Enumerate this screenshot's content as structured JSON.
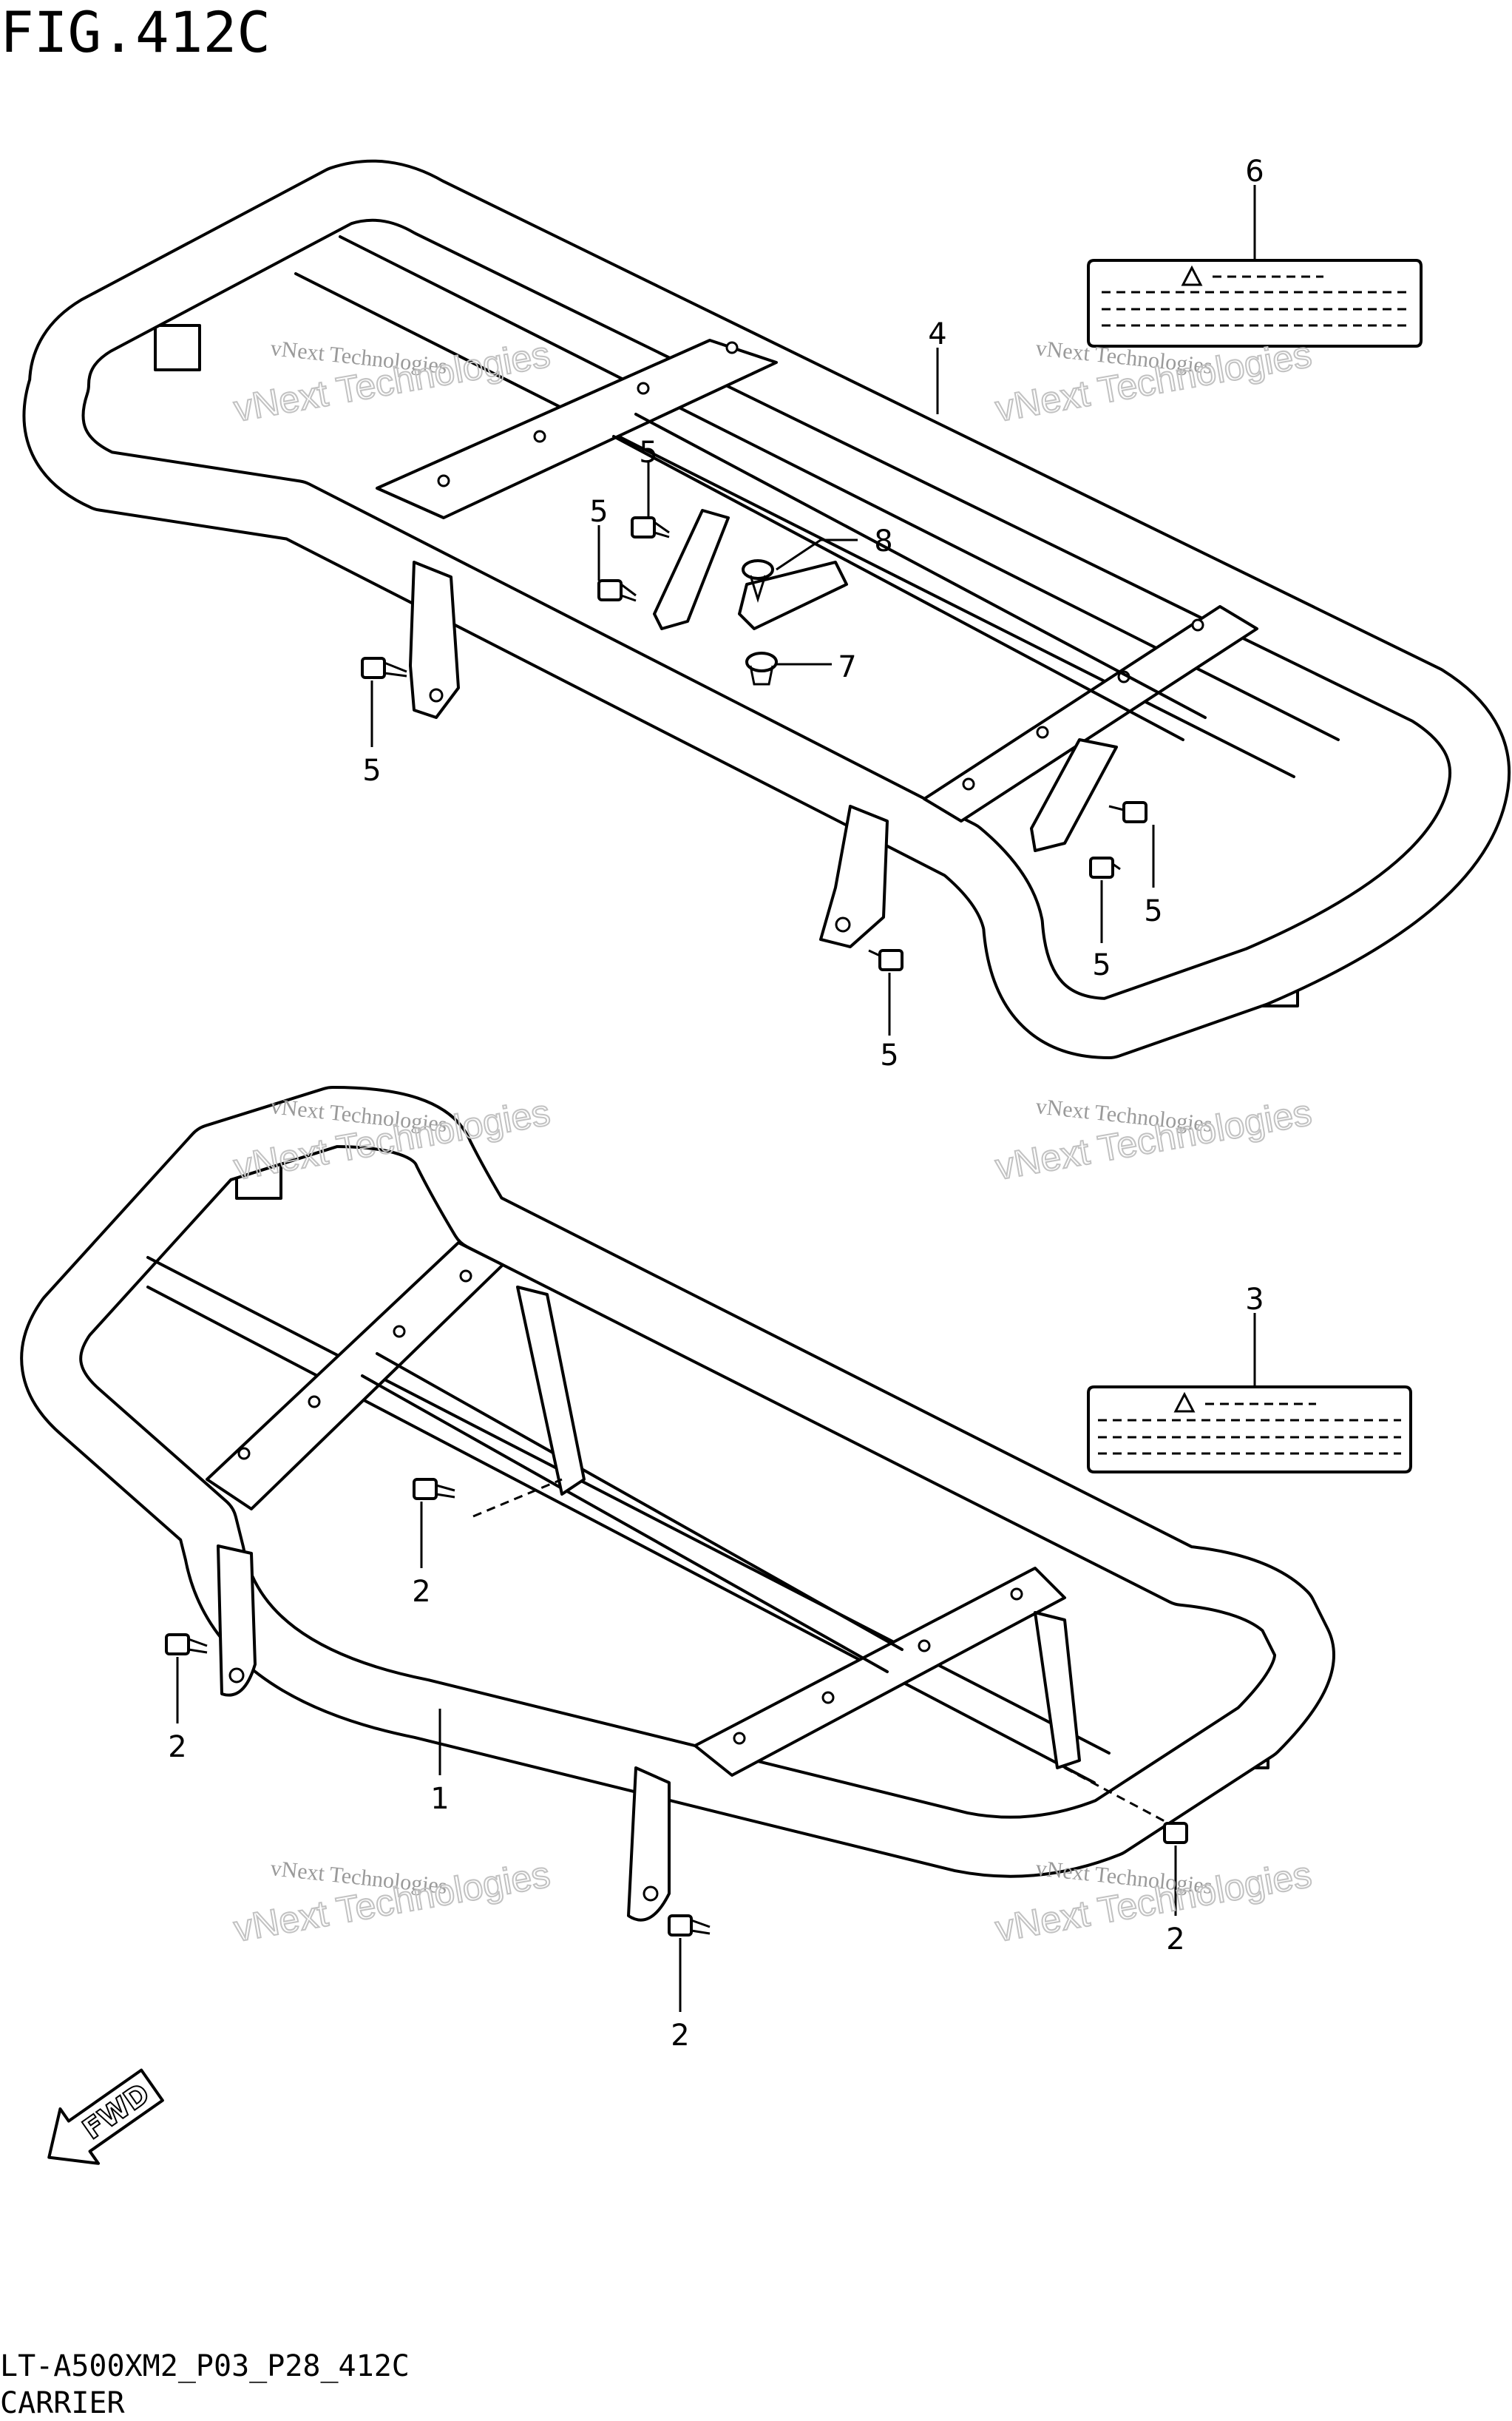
{
  "figure": {
    "title": "FIG.412C",
    "model_code": "LT-A500XM2_P03_P28_412C",
    "section_name": "CARRIER"
  },
  "callouts": {
    "upper": [
      "6",
      "4",
      "5",
      "5",
      "8",
      "7",
      "5",
      "5",
      "5",
      "5"
    ],
    "lower": [
      "3",
      "2",
      "2",
      "1",
      "2",
      "2"
    ]
  },
  "fwd_label": "FWD",
  "watermark": {
    "small": "vNext Technologies",
    "big": "vNext Technologies"
  }
}
